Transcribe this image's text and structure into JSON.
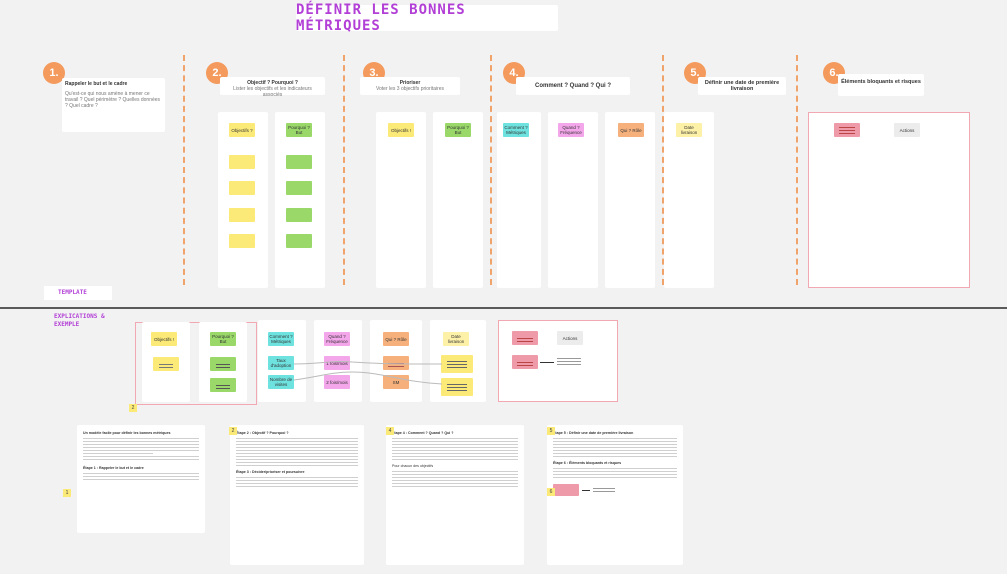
{
  "title": "DÉFINIR LES BONNES MÉTRIQUES",
  "steps": [
    {
      "num": "1.",
      "card_title": "Rappeler le but et le cadre",
      "card_text": "Qu'est-ce qui nous amène à mener ce travail ? Quel périmètre ? Quelles données ? Quel cadre ?"
    },
    {
      "num": "2.",
      "card_title": "Objectif ? Pourquoi ?",
      "card_text": "Lister les objectifs et les indicateurs associés",
      "col_a": "Objectifs ?",
      "col_b": "Pourquoi ? But"
    },
    {
      "num": "3.",
      "card_title": "Prioriser",
      "card_text": "Voter les 3 objectifs prioritaires",
      "col_a": "Objectifs !",
      "col_b": "Pourquoi ? But"
    },
    {
      "num": "4.",
      "card_title": "Comment ? Quand ? Qui ?",
      "col_a": "Comment ? Métriques",
      "col_b": "Quand ? Fréquence",
      "col_c": "Qui ? Rôle"
    },
    {
      "num": "5.",
      "card_title": "Définir une date de première livraison",
      "col_a": "Date livraison"
    },
    {
      "num": "6.",
      "card_title": "Éléments bloquants et risques",
      "col_b": "Actions"
    }
  ],
  "template_label": "TEMPLATE",
  "explications_label": "EXPLICATIONS & EXEMPLE",
  "example": {
    "objectifs": "Objectifs !",
    "pourquoi": "Pourquoi ? But",
    "comment": "Comment ? Métriques",
    "quand": "Quand ? Fréquence",
    "qui": "Qui ? Rôle",
    "date": "Date livraison",
    "actions": "Actions",
    "metric_1": "Taux d'adoption",
    "metric_2": "Nombre de visites",
    "freq_1": "1 fois/mois",
    "freq_2": "2 fois/mois",
    "role_1": "SM",
    "number": "2"
  },
  "docs": [
    {
      "heading": "Un modèle facile pour définir les bonnes métriques",
      "step": "Étape 1 : Rappeler le but et le cadre",
      "badge": "1"
    },
    {
      "heading": "Étape 2 : Objectif ? Pourquoi ?",
      "step": "Étape 3 : Décider/prioriser et poursuivre",
      "badge": "2"
    },
    {
      "heading": "Étape 4 : Comment ? Quand ? Qui ?",
      "step": "Pour chacun des objectifs",
      "badge": "4"
    },
    {
      "heading": "Étape 5 : Définir une date de première livraison",
      "step": "Étape 6 : Éléments bloquants et risques",
      "badge": "5"
    }
  ]
}
